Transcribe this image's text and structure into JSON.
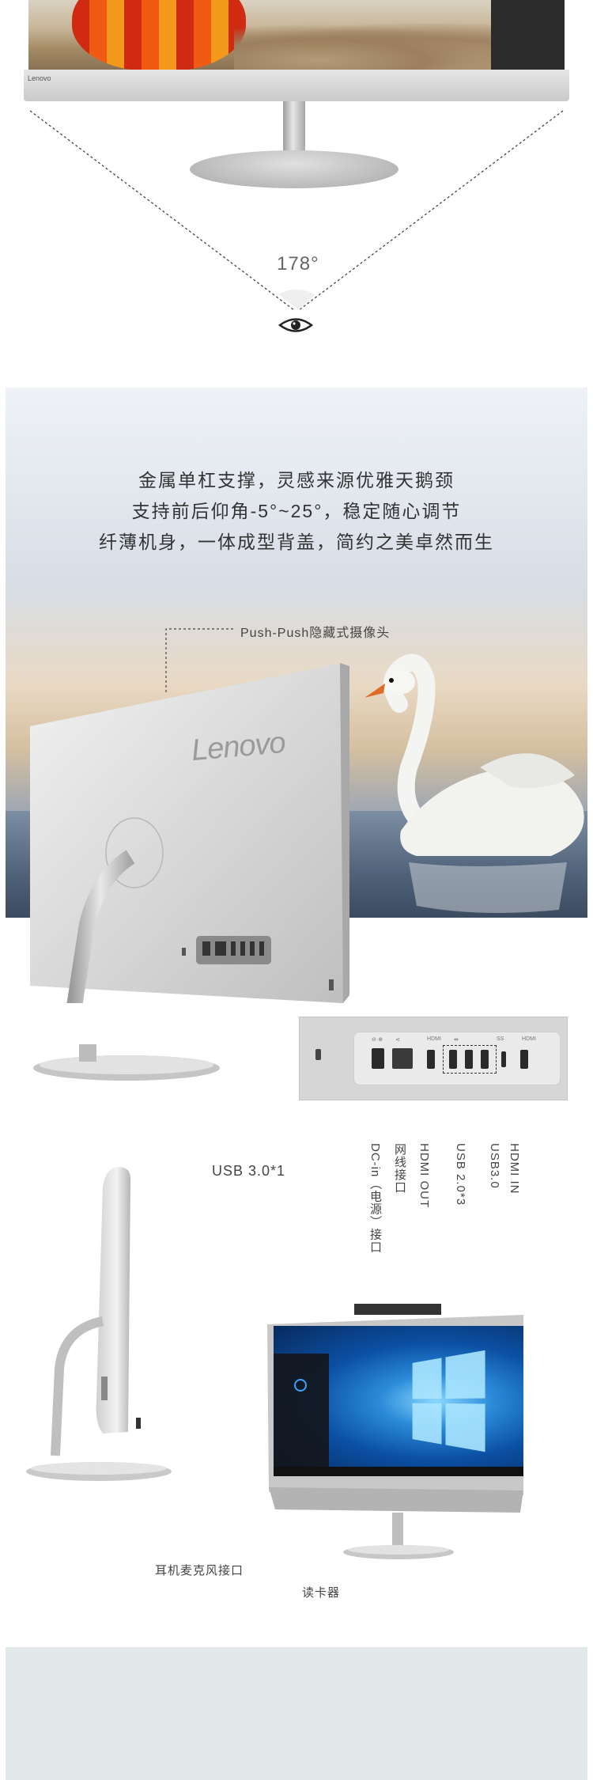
{
  "section_viewing_angle": {
    "bezel_logo": "Lenovo",
    "angle_label": "178°"
  },
  "section_stand": {
    "lines": [
      "金属单杠支撑，灵感来源优雅天鹅颈",
      "支持前后仰角-5°~25°，稳定随心调节",
      "纤薄机身，一体成型背盖，简约之美卓然而生"
    ],
    "camera_callout": "Push-Push隐藏式摄像头",
    "back_logo": "Lenovo"
  },
  "ports": {
    "labels": [
      "DC-in（电源）接口",
      "网线接口",
      "HDMI OUT",
      "USB 2.0*3",
      "USB3.0",
      "HDMI IN"
    ]
  },
  "side": {
    "usb_callout": "USB 3.0*1",
    "earphone_label": "耳机麦克风接口",
    "reader_label": "读卡器"
  },
  "colors": {
    "text": "#333333",
    "line": "#444444",
    "bottom_band": "#e3e8ea"
  }
}
